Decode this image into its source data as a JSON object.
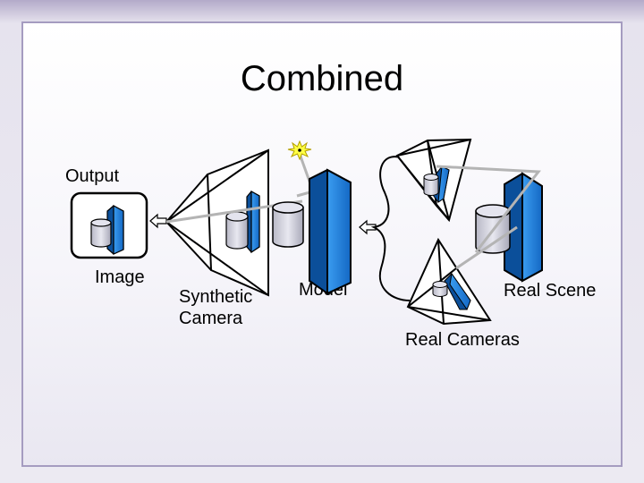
{
  "title": "Combined",
  "labels": {
    "output": "Output",
    "image": "Image",
    "synthetic_camera": [
      "Synthetic",
      "Camera"
    ],
    "model": "Model",
    "real_scene": "Real Scene",
    "real_cameras": "Real Cameras"
  },
  "colors": {
    "block_front": "#1e7fd6",
    "block_side": "#0b4f9a",
    "cylinder": "#d4d4de",
    "ray": "#b4b4b4",
    "light": "#ffff44"
  }
}
